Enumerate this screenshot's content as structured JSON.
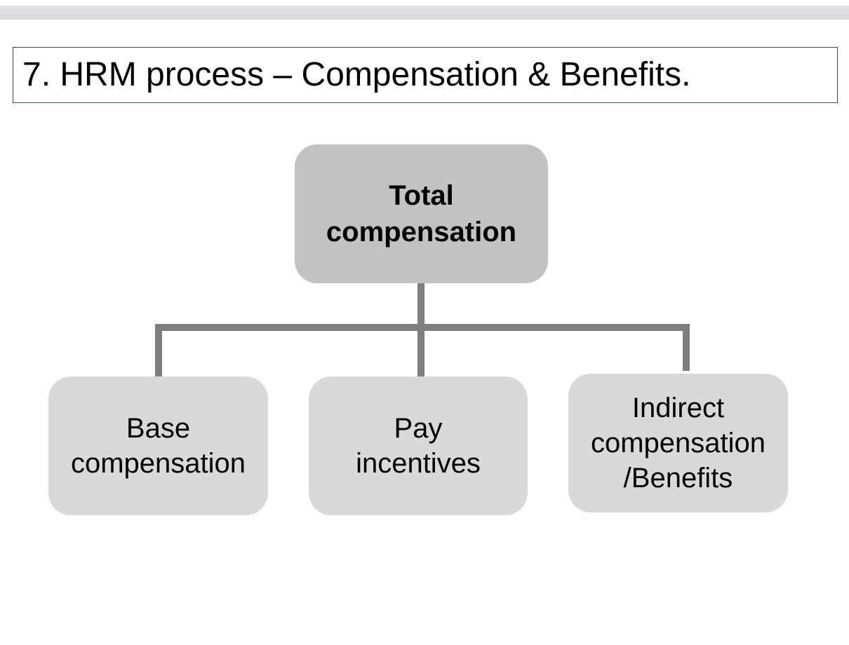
{
  "title": "7. HRM process – Compensation & Benefits.",
  "colors": {
    "root_fill": "#c2c2c2",
    "child_fill": "#d9d9d9",
    "connector": "#7f7f7f",
    "title_border": "#3a4d5c"
  },
  "diagram": {
    "root": {
      "label": "Total\ncompensation"
    },
    "children": [
      {
        "label": "Base\ncompensation"
      },
      {
        "label": "Pay\nincentives"
      },
      {
        "label": "Indirect\ncompensation\n/Benefits"
      }
    ]
  }
}
